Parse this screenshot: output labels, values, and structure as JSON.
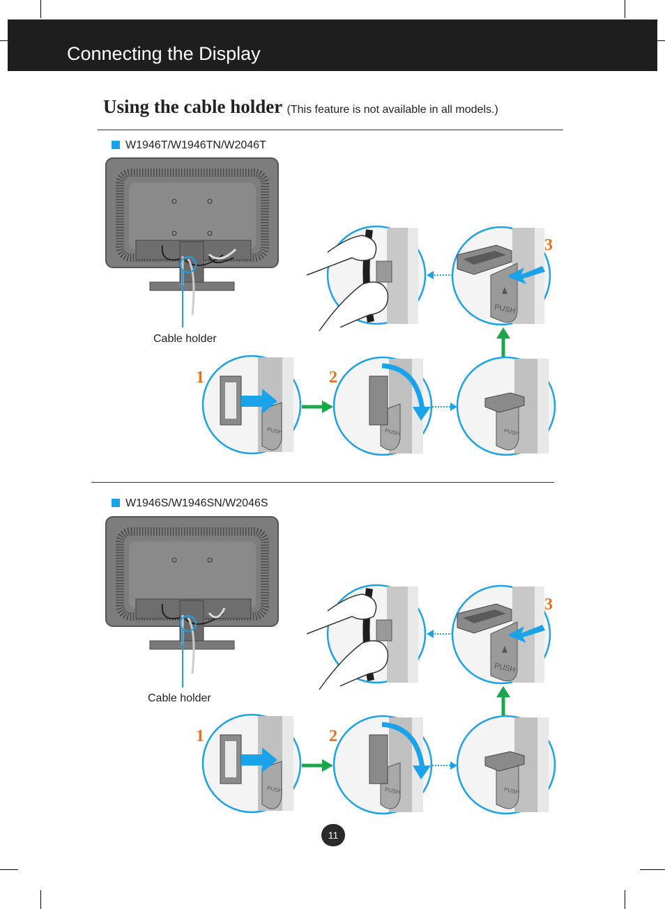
{
  "header": {
    "title": "Connecting the Display"
  },
  "section": {
    "title": "Using the cable holder",
    "note": "(This feature is not available in all models.)"
  },
  "groups": [
    {
      "model": "W1946T/W1946TN/W2046T",
      "callout": "Cable holder"
    },
    {
      "model": "W1946S/W1946SN/W2046S",
      "callout": "Cable holder"
    }
  ],
  "steps": [
    "1",
    "2",
    "3"
  ],
  "push_label": "PUSH",
  "page_number": "11",
  "colors": {
    "header_bg": "#1e1e1e",
    "accent_blue": "#1aa3e8",
    "arrow_green": "#1aa64a",
    "step_orange": "#e8711f"
  }
}
